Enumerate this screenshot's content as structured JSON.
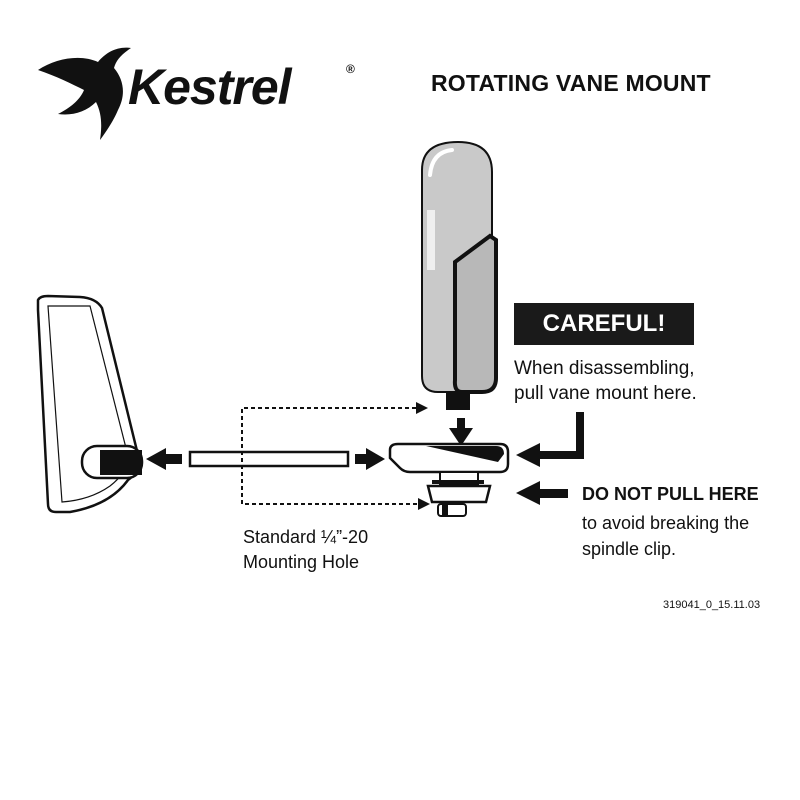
{
  "brand": {
    "name": "Kestrel",
    "registered": "®"
  },
  "title": "ROTATING VANE MOUNT",
  "callouts": {
    "careful_title": "CAREFUL!",
    "careful_line1": "When disassembling,",
    "careful_line2": "pull vane mount here.",
    "warning_title": "DO NOT PULL HERE",
    "warning_line1": "to avoid breaking the",
    "warning_line2": "spindle clip.",
    "hole_line1": "Standard ¼”-20",
    "hole_line2": "Mounting Hole"
  },
  "doc_id": "319041_0_15.11.03",
  "colors": {
    "ink": "#111111",
    "gray_body": "#c8c8c8",
    "box_bg": "#1a1a1a"
  },
  "icons": [
    "kestrel-bird-logo",
    "arrow-icon"
  ]
}
